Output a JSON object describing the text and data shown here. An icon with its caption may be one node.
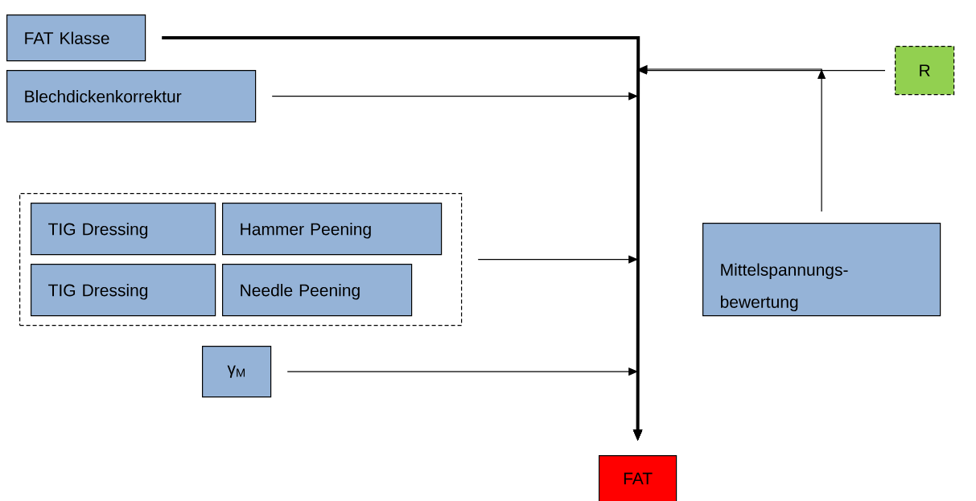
{
  "diagram": {
    "nodes": [
      {
        "text": [
          "FAT Klasse"
        ]
      },
      {
        "text": [
          "R"
        ]
      },
      {
        "text": [
          "Blechdickenkorrektur"
        ]
      },
      {
        "text": [],
        "shape": "box"
      },
      {
        "text": [
          "TIG Dressing"
        ],
        "in": 3
      },
      {
        "text": [
          "Hammer Peening"
        ],
        "in": 3
      },
      {
        "text": [
          "TIG Dressing"
        ],
        "in": 3
      },
      {
        "text": [
          "Needle Peening"
        ],
        "in": 3
      },
      {
        "text": [
          "Mittelspannungs- bewertung"
        ]
      },
      {
        "text": [
          "γ$_{M}$"
        ]
      },
      {
        "text": [
          "FAT"
        ]
      }
    ],
    "edges": [
      {
        "from": 0,
        "to": 10,
        "arrow": "to",
        "style": "thick"
      },
      {
        "from": 1,
        "to": 10,
        "arrow": "to"
      },
      {
        "from": 2,
        "to": 10,
        "arrow": "to"
      },
      {
        "from": 8,
        "to": 10,
        "arrow": "to"
      },
      {
        "from": 3,
        "to": 10,
        "arrow": "to"
      },
      {
        "from": 9,
        "to": 10,
        "arrow": "to"
      }
    ]
  }
}
